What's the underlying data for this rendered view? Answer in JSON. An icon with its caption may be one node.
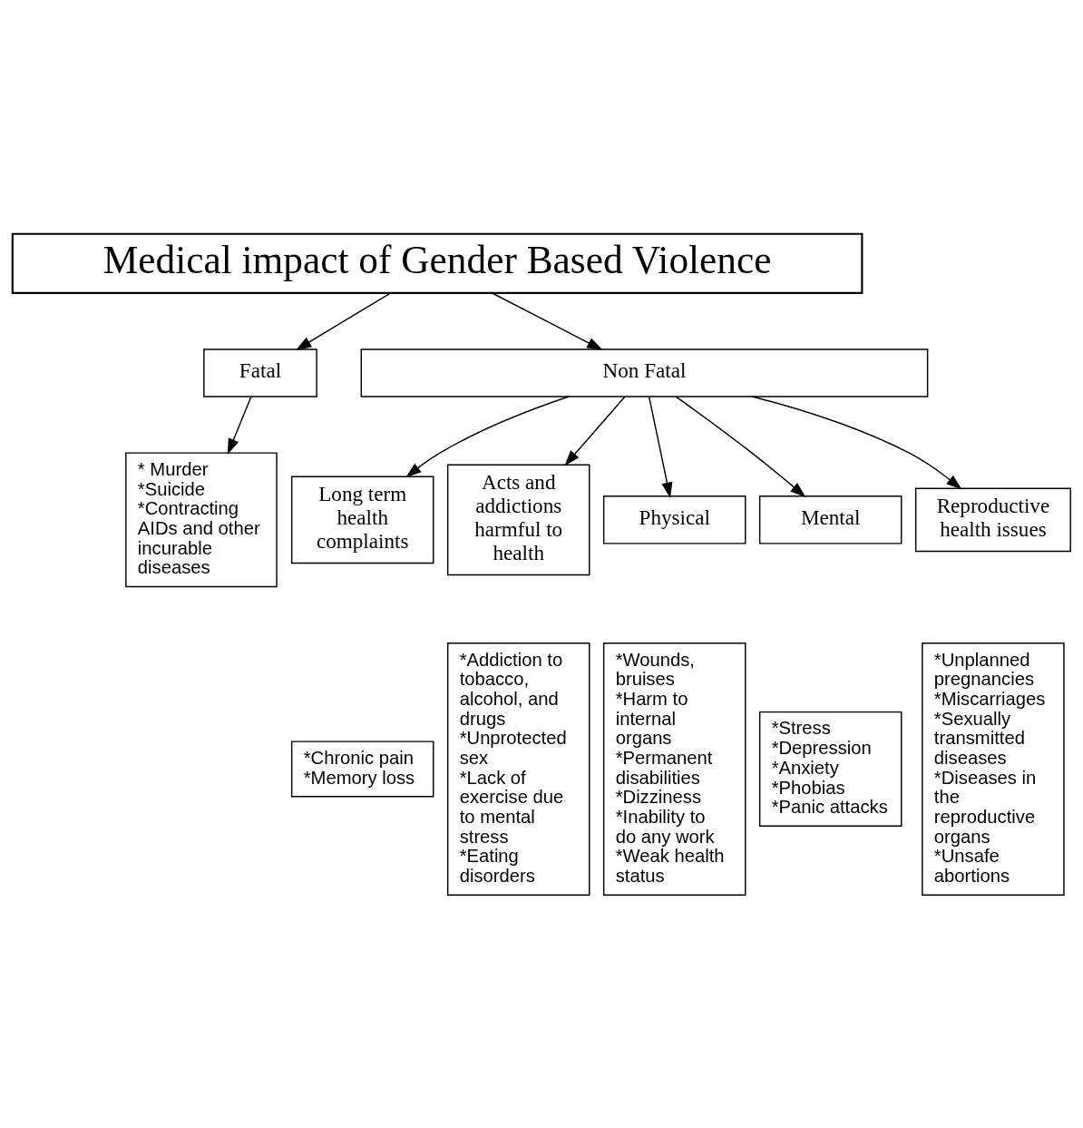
{
  "diagram": {
    "nodes": [
      {
        "text": [
          "Medical impact of Gender Based Violence"
        ]
      },
      {
        "text": [
          "Fatal"
        ]
      },
      {
        "text": [
          "Non Fatal"
        ]
      },
      {
        "text": [
          "* Murder",
          "*Suicide",
          "*Contracting AIDs and other incurable diseases"
        ]
      },
      {
        "text": [
          "Long term health complaints"
        ]
      },
      {
        "text": [
          "Acts and addictions harmful to health"
        ]
      },
      {
        "text": [
          "Physical"
        ]
      },
      {
        "text": [
          "Mental"
        ]
      },
      {
        "text": [
          "Reproductive health issues"
        ]
      },
      {
        "text": [
          "*Chronic pain",
          "*Memory loss"
        ]
      },
      {
        "text": [
          "*Addiction to tobacco, alcohol, and drugs",
          "*Unprotected sex",
          "*Lack of exercise due to mental stress",
          "*Eating disorders"
        ]
      },
      {
        "text": [
          "*Wounds, bruises",
          "*Harm to internal organs",
          "*Permanent disabilities",
          "*Dizziness",
          "*Inability to do any work",
          "*Weak health status"
        ]
      },
      {
        "text": [
          "*Stress",
          "*Depression",
          "*Anxiety",
          "*Phobias",
          "*Panic attacks"
        ]
      },
      {
        "text": [
          "*Unplanned pregnancies",
          "*Miscarriages",
          "*Sexually transmitted diseases",
          "*Diseases in the reproductive organs",
          "*Unsafe abortions"
        ]
      }
    ],
    "edges": [
      {
        "from": 0,
        "to": 1,
        "arrow": "to"
      },
      {
        "from": 0,
        "to": 2,
        "arrow": "to"
      },
      {
        "from": 1,
        "to": 3,
        "arrow": "to"
      },
      {
        "from": 2,
        "to": 4,
        "arrow": "to"
      },
      {
        "from": 2,
        "to": 5,
        "arrow": "to"
      },
      {
        "from": 2,
        "to": 6,
        "arrow": "to"
      },
      {
        "from": 2,
        "to": 7,
        "arrow": "to"
      },
      {
        "from": 2,
        "to": 8,
        "arrow": "to"
      }
    ]
  }
}
